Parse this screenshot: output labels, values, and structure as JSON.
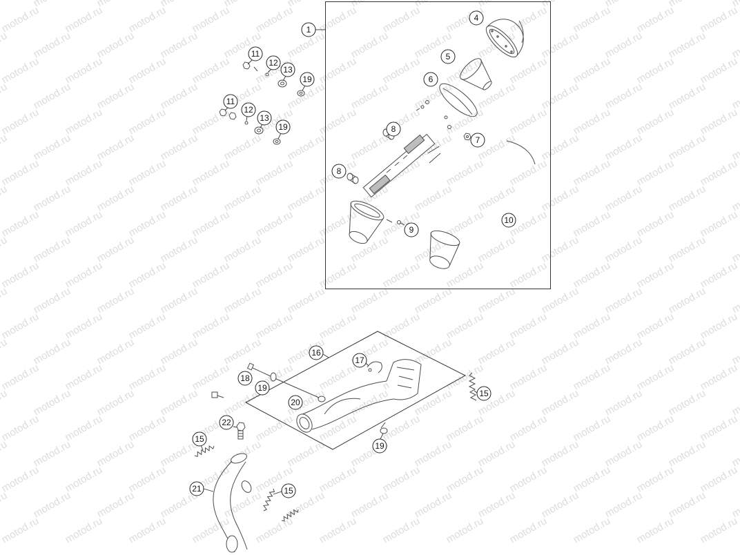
{
  "watermark": {
    "text": "motod.ru"
  },
  "callouts": [
    "1",
    "4",
    "5",
    "6",
    "7",
    "8",
    "8",
    "9",
    "10",
    "11",
    "12",
    "13",
    "19",
    "11",
    "12",
    "13",
    "19",
    "16",
    "17",
    "18",
    "19",
    "20",
    "15",
    "22",
    "15",
    "19",
    "21",
    "15"
  ]
}
